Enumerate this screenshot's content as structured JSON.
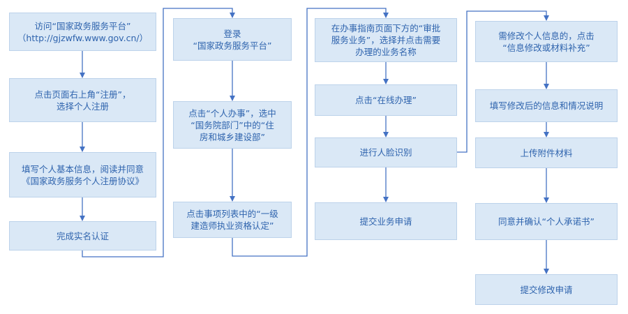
{
  "colors": {
    "box_fill": "#dae8f6",
    "box_border": "#bcd2ea",
    "text": "#2e63ad",
    "arrow": "#4472c4"
  },
  "columns": [
    {
      "steps": [
        "访问“国家政务服务平台”\n（http://gjzwfw.www.gov.cn/）",
        "点击页面右上角“注册”，\n选择个人注册",
        "填写个人基本信息，阅读并同意\n《国家政务服务个人注册协议》",
        "完成实名认证"
      ]
    },
    {
      "steps": [
        "登录\n“国家政务服务平台”",
        "点击“个人办事”，选中\n“国务院部门”中的“住\n房和城乡建设部”",
        "点击事项列表中的“一级\n建造师执业资格认定”"
      ]
    },
    {
      "steps": [
        "在办事指南页面下方的“审批\n服务业务”，选择并点击需要\n办理的业务名称",
        "点击“在线办理”",
        "进行人脸识别",
        "提交业务申请"
      ]
    },
    {
      "steps": [
        "需修改个人信息的，点击\n“信息修改或材料补充”",
        "填写修改后的信息和情况说明",
        "上传附件材料",
        "同意并确认“个人承诺书”",
        "提交修改申请"
      ]
    }
  ]
}
